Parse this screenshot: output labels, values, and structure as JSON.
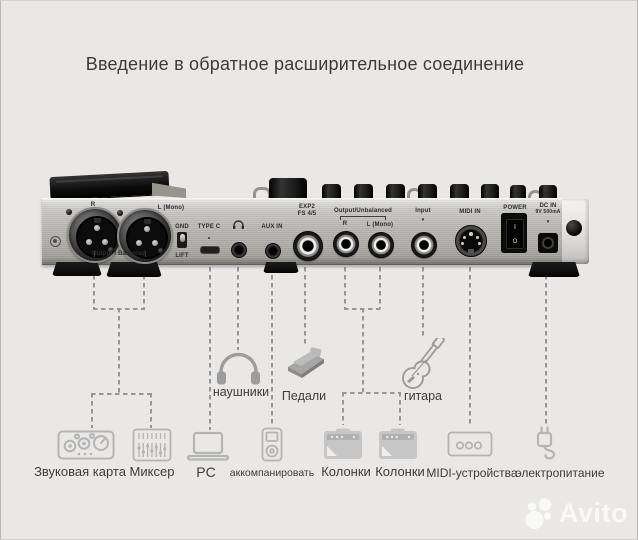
{
  "title": "Введение в обратное расширительное соединение",
  "panel": {
    "xlr_r_label": "R",
    "xlr_l_label": "L (Mono)",
    "balanced_label": "Output / Balanced",
    "gnd_label": "GND",
    "lift_label": "LIFT",
    "type_c_label": "TYPE C",
    "aux_in_label": "AUX IN",
    "exp_label_1": "EXP2",
    "exp_label_2": "FS 4/5",
    "unbalanced_label": "Output/Unbalanced",
    "unbal_r_label": "R",
    "unbal_l_label": "L (Mono)",
    "input_label": "Input",
    "midi_label": "MIDI IN",
    "power_label": "POWER",
    "dc_label_1": "DC IN",
    "dc_label_2": "9V 500mA",
    "arrow_down": "▼",
    "power_on": "I",
    "power_off": "O"
  },
  "mid_devices": [
    {
      "label": "наушники",
      "icon": "headphones-icon"
    },
    {
      "label": "Педали",
      "icon": "pedal-icon"
    },
    {
      "label": "гитара",
      "icon": "guitar-icon"
    }
  ],
  "bottom_devices": [
    {
      "label": "Звуковая карта",
      "icon": "sound-card-icon"
    },
    {
      "label": "Миксер",
      "icon": "mixer-icon"
    },
    {
      "label": "PC",
      "icon": "laptop-icon"
    },
    {
      "label": "аккомпанировать",
      "icon": "media-player-icon"
    },
    {
      "label": "Колонки",
      "icon": "amp-icon"
    },
    {
      "label": "Колонки",
      "icon": "amp-icon"
    },
    {
      "label": "MIDI-устройства",
      "icon": "midi-box-icon"
    },
    {
      "label": "электропитание",
      "icon": "power-adapter-icon"
    }
  ],
  "watermark": {
    "brand": "Avito"
  },
  "colors": {
    "background": "#e9e8e7",
    "dashed_line": "#96969a",
    "icon_outline": "#b4b4b4",
    "icon_mid": "#9d9d9d",
    "label_text": "#3d3d3d"
  }
}
